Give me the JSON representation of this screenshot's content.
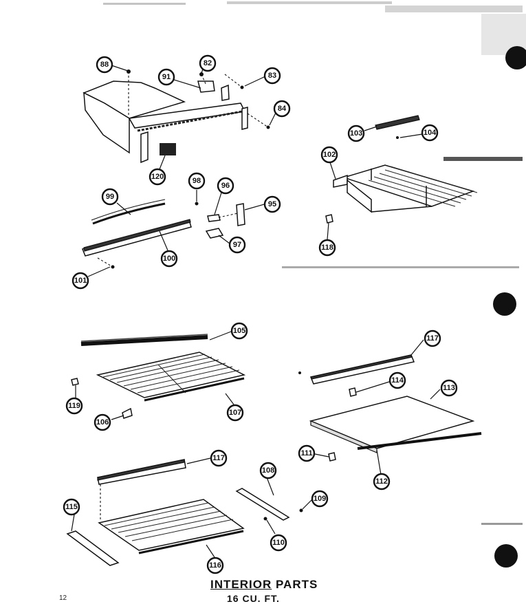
{
  "title": {
    "line1_a": "INTERIOR",
    "line1_b": "PARTS",
    "line2": "16 CU. FT."
  },
  "page_number": "12",
  "callouts": {
    "c82": "82",
    "c83": "83",
    "c84": "84",
    "c88": "88",
    "c91": "91",
    "c120": "120",
    "c99": "99",
    "c98": "98",
    "c96": "96",
    "c95": "95",
    "c97": "97",
    "c100": "100",
    "c101": "101",
    "c103": "103",
    "c104": "104",
    "c102": "102",
    "c118a": "118",
    "c105": "105",
    "c117a": "117",
    "c114": "114",
    "c113": "113",
    "c119": "119",
    "c106": "106",
    "c107": "107",
    "c111": "111",
    "c112": "112",
    "c117b": "117",
    "c108": "108",
    "c109": "109",
    "c115": "115",
    "c110": "110",
    "c116": "116"
  }
}
